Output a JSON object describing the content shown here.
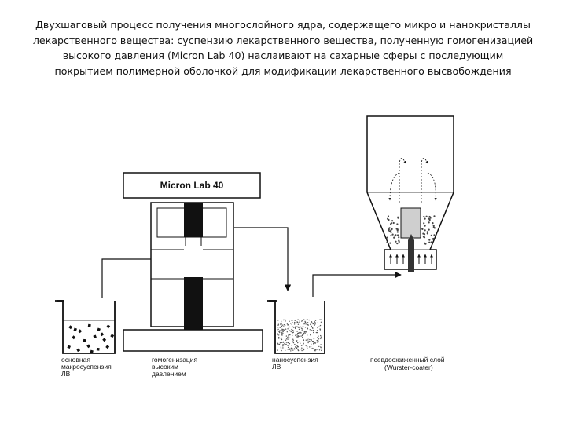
{
  "title": {
    "lines": [
      "Двухшаговый процесс получения многослойного ядра, содержащего микро и нанокристаллы",
      "лекарственного вещества: суспензию лекарственного вещества, полученную гомогенизацией",
      "высокого давления (Micron Lab 40) наслаивают на сахарные сферы с последующим",
      "покрытием полимерной оболочкой для модификации лекарственного высвобождения"
    ]
  },
  "diagram": {
    "homogenizer_name": "Micron Lab 40",
    "label_macro": [
      "основная",
      "макросуспензия",
      "ЛВ"
    ],
    "label_homog": [
      "гомогенизация",
      "высоким",
      "давлением"
    ],
    "label_nano": [
      "наносуспензия",
      "ЛВ"
    ],
    "label_wurster": [
      "псевдоожиженный слой",
      "(Wurster-coater)"
    ]
  }
}
